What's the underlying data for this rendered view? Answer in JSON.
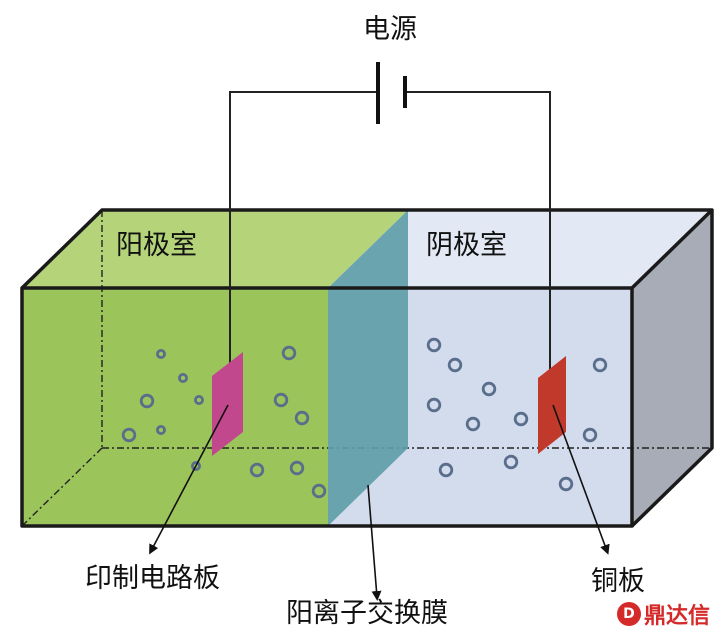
{
  "labels": {
    "power_source": "电源",
    "anode_chamber": "阳极室",
    "cathode_chamber": "阴极室",
    "pcb": "印制电路板",
    "membrane": "阳离子交换膜",
    "copper_plate": "铜板"
  },
  "watermark": {
    "text": "鼎达信"
  },
  "colors": {
    "anode_front": "#9bc45a",
    "anode_top": "#b5d47a",
    "cathode_front": "#d3dced",
    "cathode_top": "#e2e8f4",
    "right_side": "#a8acb6",
    "membrane": "#5f9ea8",
    "pcb": "#c2488e",
    "copper": "#c0392b",
    "ion": "#5a6e8c"
  }
}
